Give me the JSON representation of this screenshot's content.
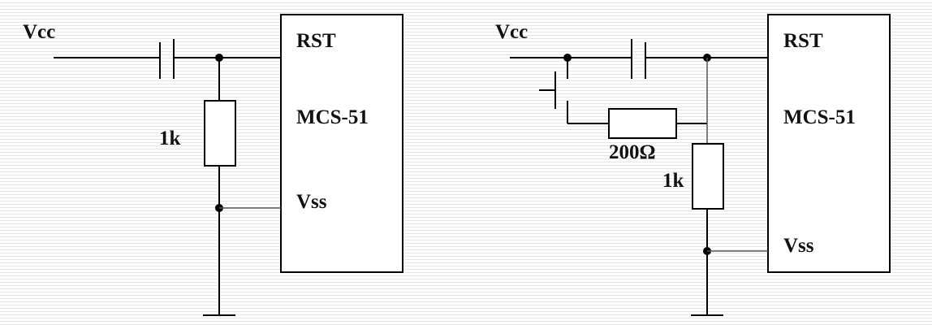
{
  "left_circuit": {
    "supply_label": "Vcc",
    "resistor_label": "1k",
    "chip": {
      "pin_top": "RST",
      "name": "MCS-51",
      "pin_bottom": "Vss"
    }
  },
  "right_circuit": {
    "supply_label": "Vcc",
    "series_resistor_label": "200Ω",
    "resistor_label": "1k",
    "chip": {
      "pin_top": "RST",
      "name": "MCS-51",
      "pin_bottom": "Vss"
    }
  }
}
